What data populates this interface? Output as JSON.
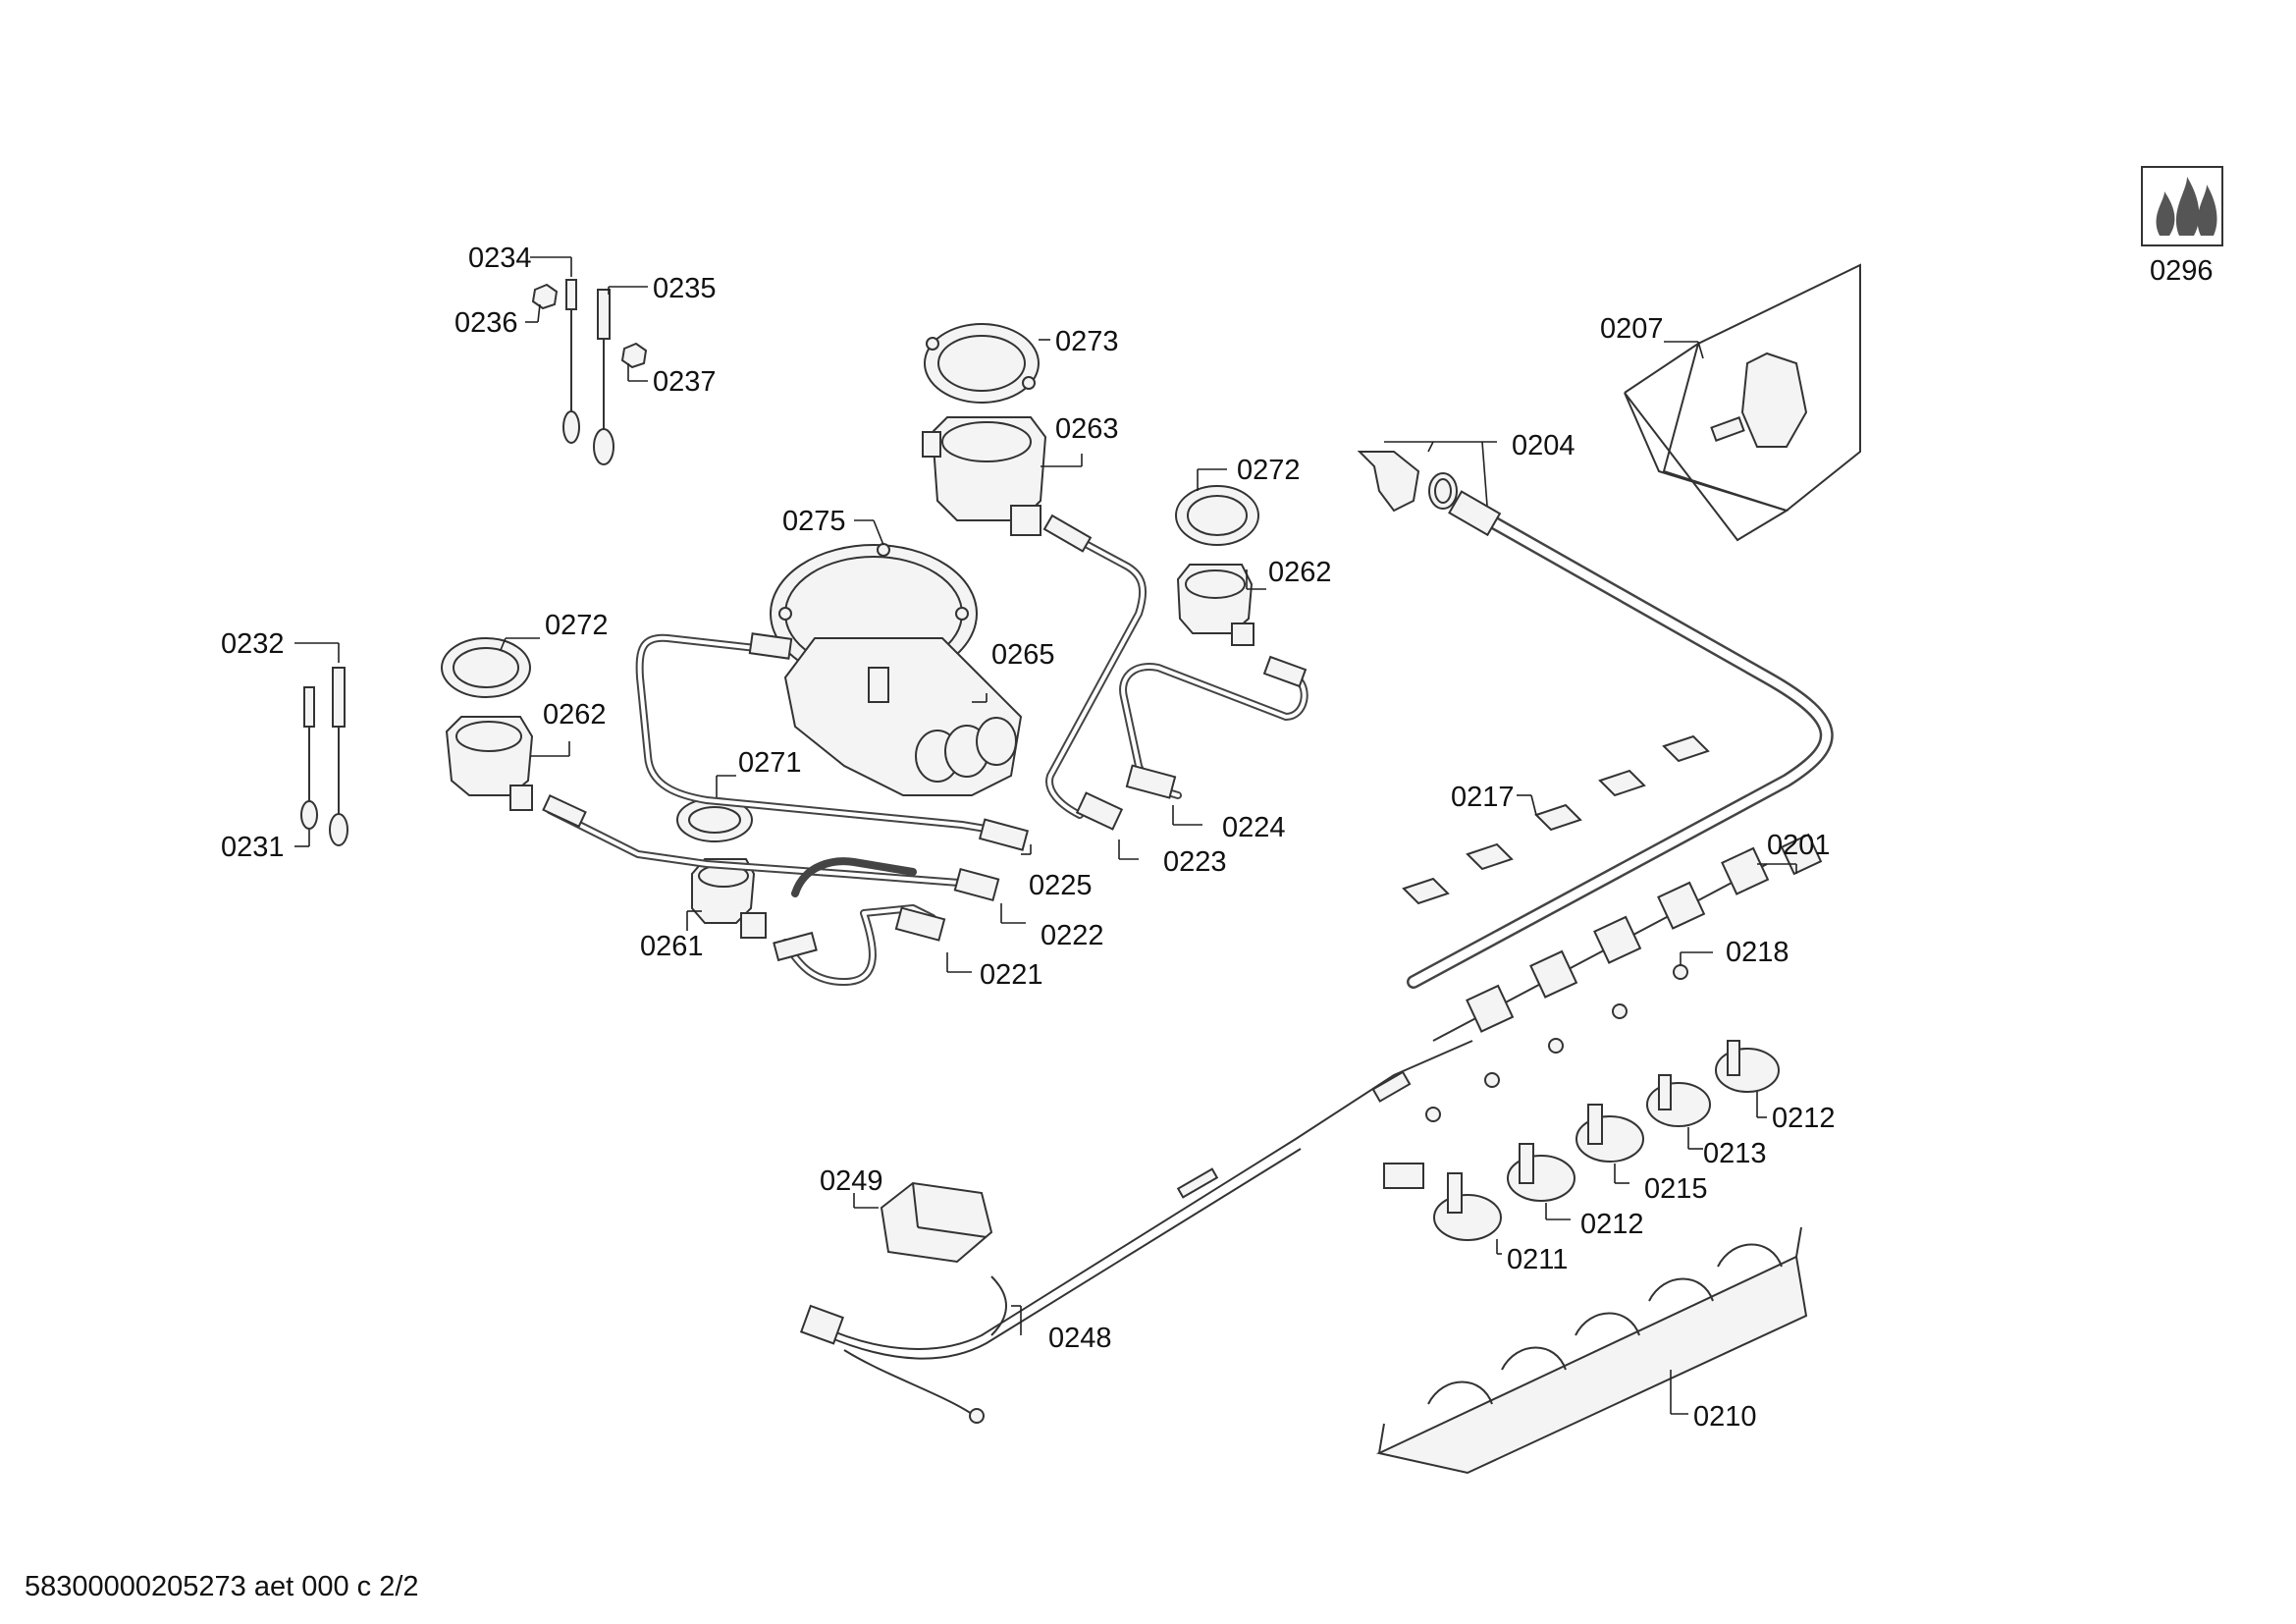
{
  "footer": {
    "document_id": "58300000205273 aet 000 c 2/2"
  },
  "labels": {
    "l0234": "0234",
    "l0235": "0235",
    "l0236": "0236",
    "l0237": "0237",
    "l0273": "0273",
    "l0263": "0263",
    "l0272a": "0272",
    "l0262a": "0262",
    "l0275": "0275",
    "l0265": "0265",
    "l0272b": "0272",
    "l0262b": "0262",
    "l0232": "0232",
    "l0231": "0231",
    "l0271": "0271",
    "l0261": "0261",
    "l0225": "0225",
    "l0223": "0223",
    "l0224": "0224",
    "l0222": "0222",
    "l0221": "0221",
    "l0207": "0207",
    "l0204": "0204",
    "l0217": "0217",
    "l0201": "0201",
    "l0218": "0218",
    "l0212a": "0212",
    "l0213": "0213",
    "l0215": "0215",
    "l0212b": "0212",
    "l0211": "0211",
    "l0249": "0249",
    "l0248": "0248",
    "l0210": "0210",
    "l0296": "0296"
  }
}
